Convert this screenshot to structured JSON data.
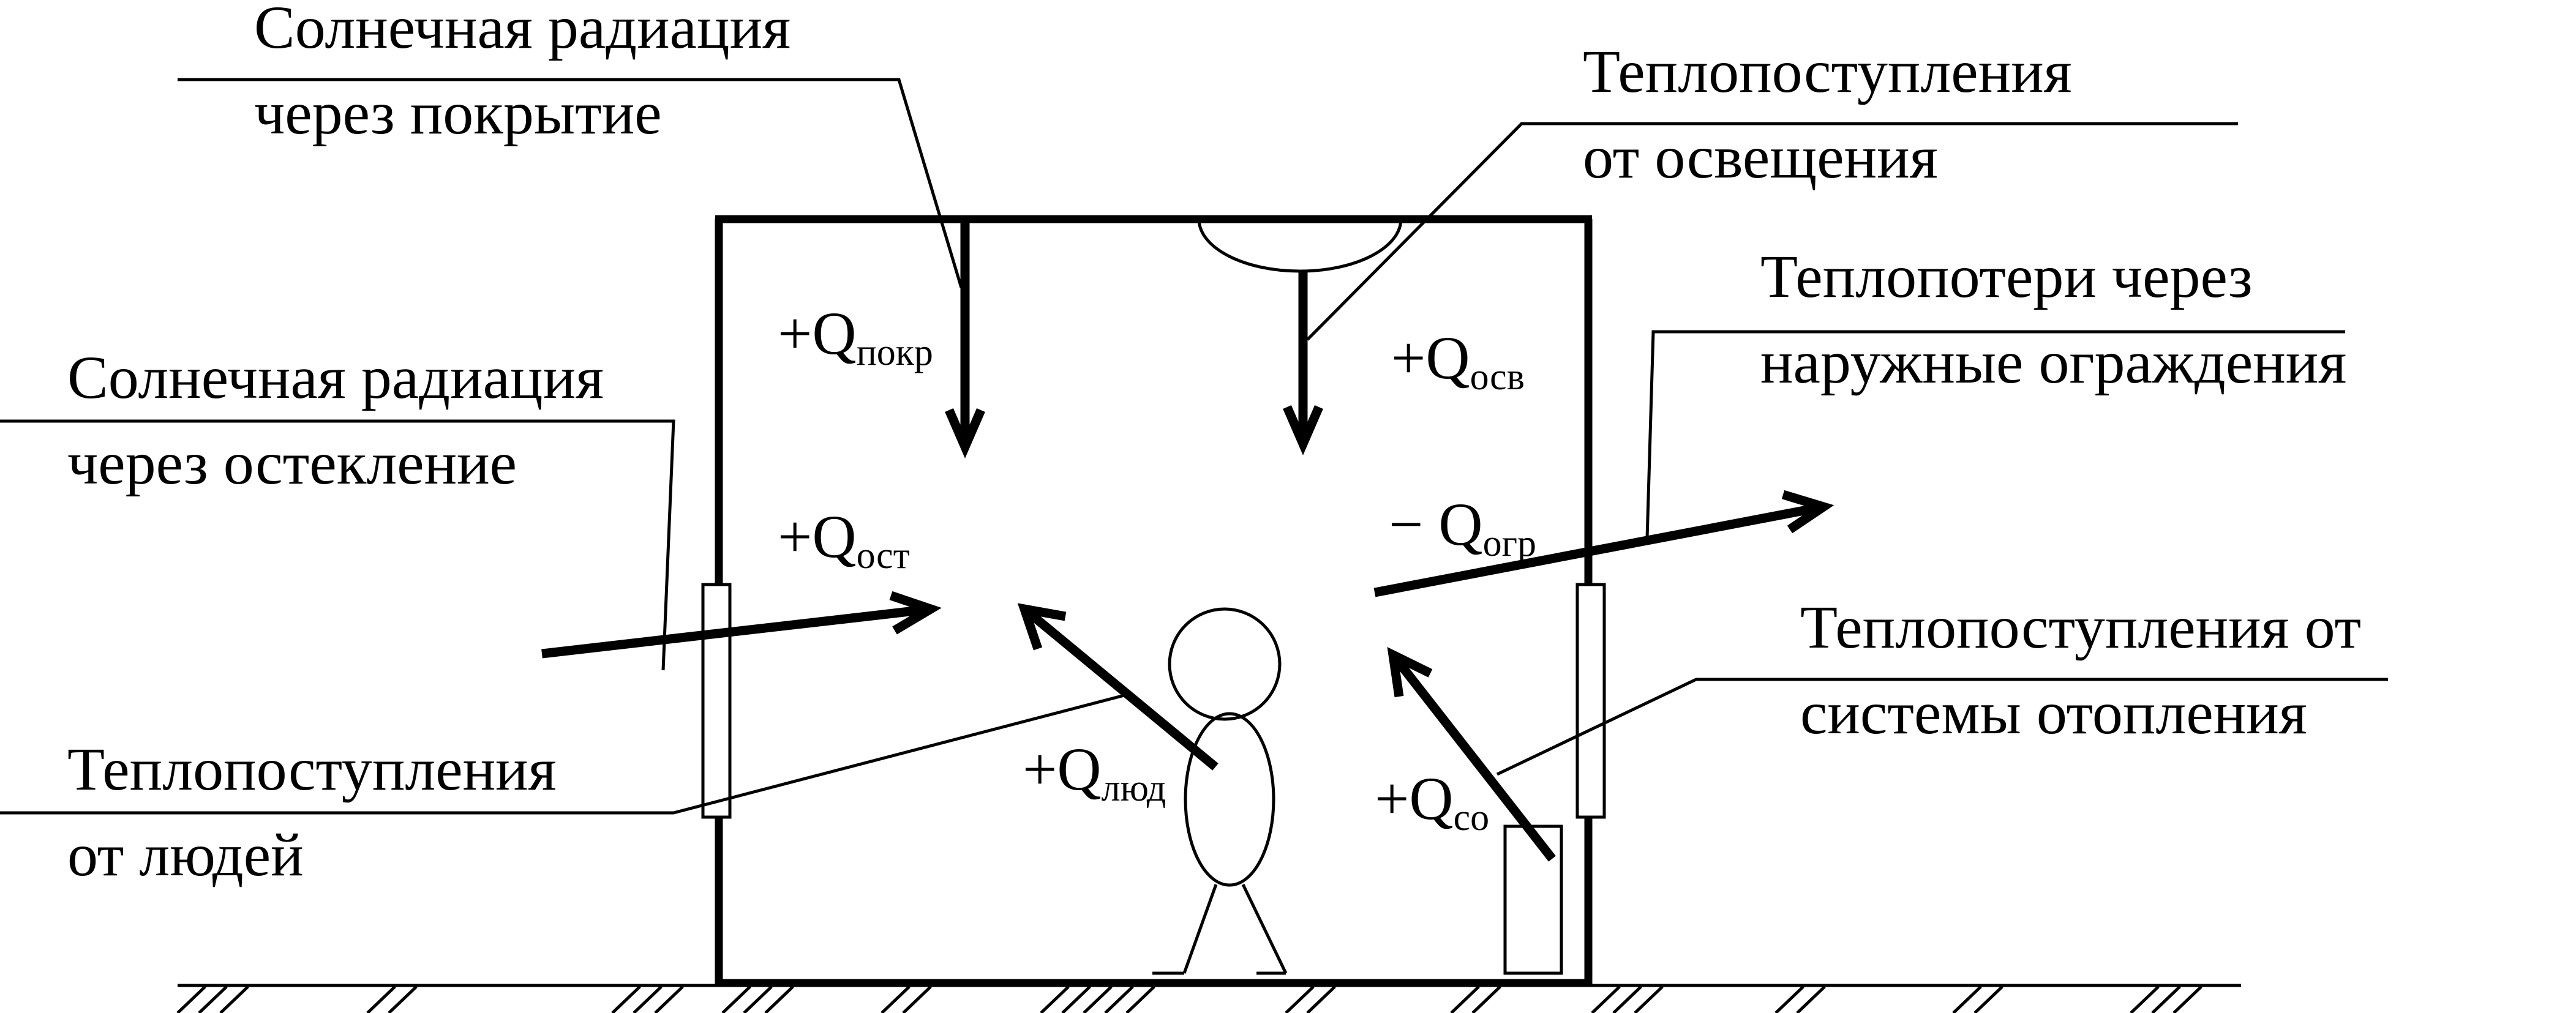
{
  "labels": {
    "roof_radiation": [
      "Солнечная радиация",
      "через покрытие"
    ],
    "lighting": [
      "Теплопоступления",
      "от освещения"
    ],
    "envelope_loss": [
      "Теплопотери через",
      "наружные ограждения"
    ],
    "glazing_radiation": [
      "Солнечная радиация",
      "через остекление"
    ],
    "heating": [
      "Теплопоступления от",
      "системы отопления"
    ],
    "people": [
      "Теплопоступления",
      "от людей"
    ]
  },
  "quantities": {
    "roof": {
      "sign": "+Q",
      "sub": "покр"
    },
    "lighting": {
      "sign": "+Q",
      "sub": "осв"
    },
    "glazing": {
      "sign": "+Q",
      "sub": "ост"
    },
    "envelope": {
      "sign": "− Q",
      "sub": "огр"
    },
    "people": {
      "sign": "+Q",
      "sub": "люд"
    },
    "heating": {
      "sign": "+Q",
      "sub": "со"
    }
  }
}
